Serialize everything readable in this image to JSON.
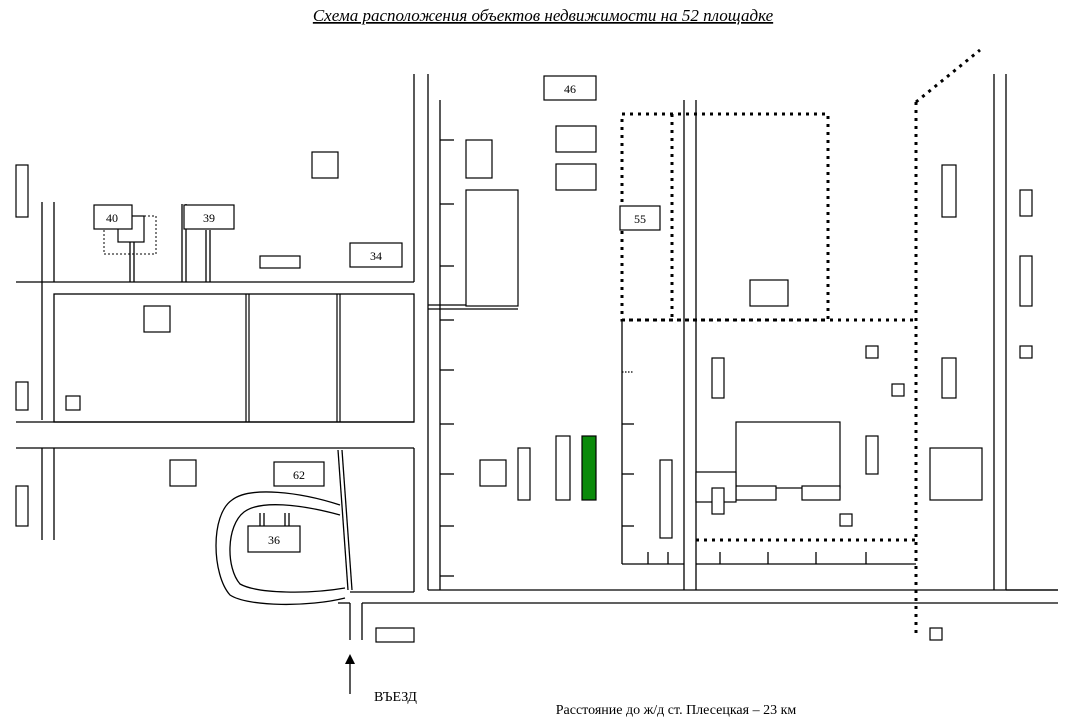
{
  "title": "Схема расположения объектов недвижимости на 52 площадке",
  "entrance_label": "ВЪЕЗД",
  "distance_note": "Расстояние до ж/д ст. Плесецкая – 23 км",
  "buildings": {
    "b46": "46",
    "b40": "40",
    "b39": "39",
    "b34": "34",
    "b55": "55",
    "b62": "62",
    "b36": "36"
  },
  "colors": {
    "line": "#000000",
    "highlight": "#0a8a0a"
  }
}
